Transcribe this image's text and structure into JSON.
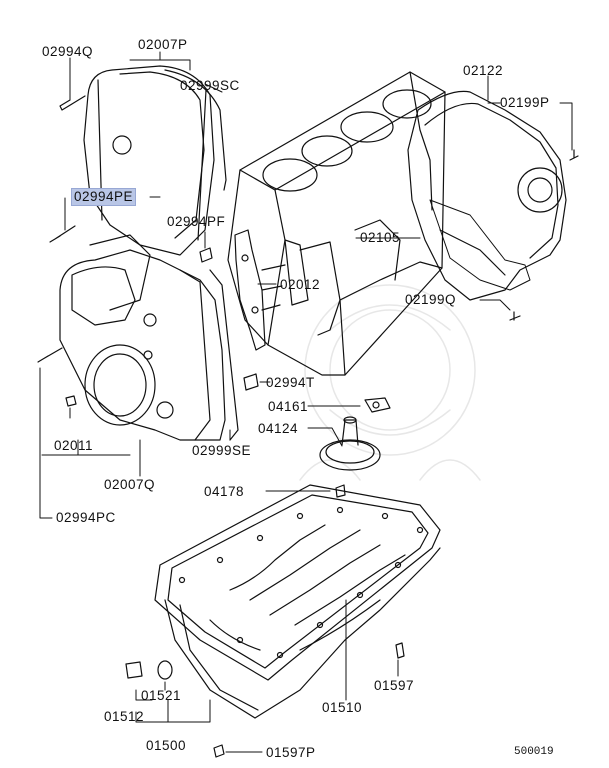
{
  "diagram": {
    "id_code": "500019",
    "highlight_color": "#b9c6e6",
    "line_color": "#111111",
    "parts": [
      {
        "code": "02994Q"
      },
      {
        "code": "02007P"
      },
      {
        "code": "02999SC"
      },
      {
        "code": "02122"
      },
      {
        "code": "02199P"
      },
      {
        "code": "02994PE",
        "selected": true
      },
      {
        "code": "02994PF"
      },
      {
        "code": "02105"
      },
      {
        "code": "02012"
      },
      {
        "code": "02199Q"
      },
      {
        "code": "02994T"
      },
      {
        "code": "04161"
      },
      {
        "code": "04124"
      },
      {
        "code": "02011"
      },
      {
        "code": "02999SE"
      },
      {
        "code": "02007Q"
      },
      {
        "code": "04178"
      },
      {
        "code": "02994PC"
      },
      {
        "code": "01521"
      },
      {
        "code": "01597"
      },
      {
        "code": "01512"
      },
      {
        "code": "01510"
      },
      {
        "code": "01500"
      },
      {
        "code": "01597P"
      }
    ]
  }
}
